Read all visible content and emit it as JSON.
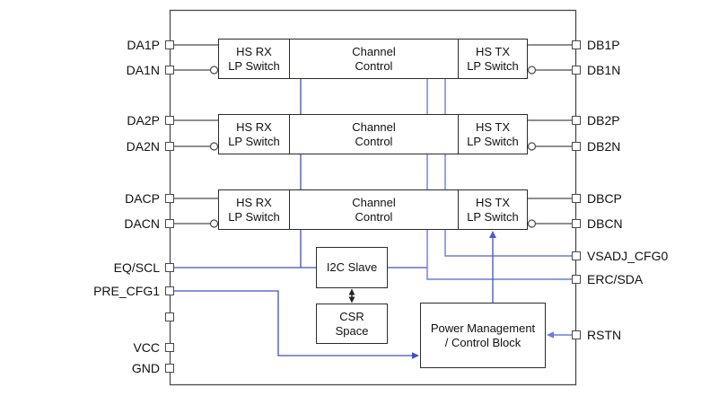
{
  "colors": {
    "line_gray": "#4a4a4a",
    "block_border": "#2b2b2b",
    "blue_dark": "#3a50c4",
    "blue_mid": "#4a5ed0",
    "blue_light": "#6b7cdb",
    "text": "#111111",
    "bg": "#ffffff"
  },
  "pins": {
    "left": [
      {
        "name": "DA1P",
        "label": "DA1P"
      },
      {
        "name": "DA1N",
        "label": "DA1N"
      },
      {
        "name": "DA2P",
        "label": "DA2P"
      },
      {
        "name": "DA2N",
        "label": "DA2N"
      },
      {
        "name": "DACP",
        "label": "DACP"
      },
      {
        "name": "DACN",
        "label": "DACN"
      },
      {
        "name": "EQ/SCL",
        "label": "EQ/SCL"
      },
      {
        "name": "PRE_CFG1",
        "label": "PRE_CFG1"
      },
      {
        "name": "unlabeled",
        "label": ""
      },
      {
        "name": "VCC",
        "label": "VCC"
      },
      {
        "name": "GND",
        "label": "GND"
      }
    ],
    "right": [
      {
        "name": "DB1P",
        "label": "DB1P"
      },
      {
        "name": "DB1N",
        "label": "DB1N"
      },
      {
        "name": "DB2P",
        "label": "DB2P"
      },
      {
        "name": "DB2N",
        "label": "DB2N"
      },
      {
        "name": "DBCP",
        "label": "DBCP"
      },
      {
        "name": "DBCN",
        "label": "DBCN"
      },
      {
        "name": "VSADJ_CFG0",
        "label": "VSADJ_CFG0"
      },
      {
        "name": "ERC/SDA",
        "label": "ERC/SDA"
      },
      {
        "name": "RSTN",
        "label": "RSTN"
      }
    ]
  },
  "blocks": {
    "rows": [
      {
        "cells": [
          {
            "label": "HS RX\nLP Switch"
          },
          {
            "label": "Channel\nControl"
          },
          {
            "label": "HS TX\nLP Switch"
          }
        ]
      },
      {
        "cells": [
          {
            "label": "HS RX\nLP Switch"
          },
          {
            "label": "Channel\nControl"
          },
          {
            "label": "HS TX\nLP Switch"
          }
        ]
      },
      {
        "cells": [
          {
            "label": "HS RX\nLP Switch"
          },
          {
            "label": "Channel\nControl"
          },
          {
            "label": "HS TX\nLP Switch"
          }
        ]
      }
    ],
    "i2c": {
      "label": "I2C Slave"
    },
    "csr": {
      "label": "CSR\nSpace"
    },
    "pm": {
      "label": "Power Management\n/ Control Block"
    }
  }
}
